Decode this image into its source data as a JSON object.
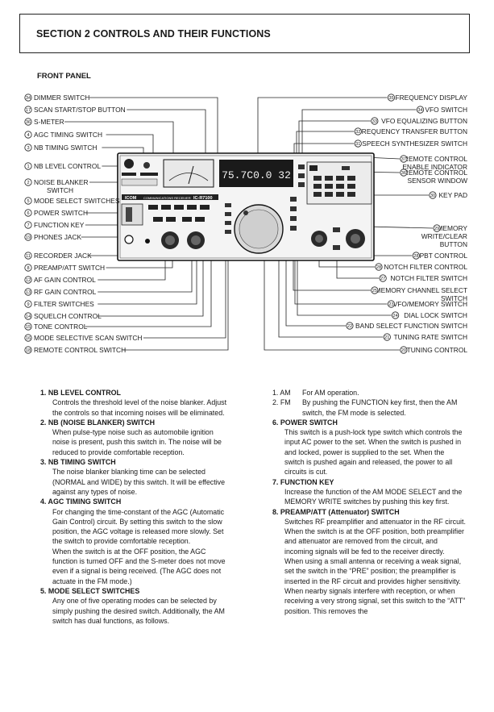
{
  "section_title": "SECTION 2  CONTROLS AND THEIR FUNCTIONS",
  "panel_heading": "FRONT PANEL",
  "left_callouts": [
    {
      "num": "34",
      "label": "DIMMER SWITCH"
    },
    {
      "num": "17",
      "label": "SCAN START/STOP BUTTON"
    },
    {
      "num": "36",
      "label": "S-METER"
    },
    {
      "num": "4",
      "label": "AGC TIMING SWITCH"
    },
    {
      "num": "3",
      "label": "NB TIMING SWITCH"
    },
    {
      "num": "1",
      "label": "NB LEVEL CONTROL"
    },
    {
      "num": "2",
      "label": "NOISE BLANKER\nSWITCH"
    },
    {
      "num": "5",
      "label": "MODE SELECT SWITCHES"
    },
    {
      "num": "6",
      "label": "POWER SWITCH"
    },
    {
      "num": "7",
      "label": "FUNCTION KEY"
    },
    {
      "num": "19",
      "label": "PHONES JACK"
    },
    {
      "num": "11",
      "label": "RECORDER JACK"
    },
    {
      "num": "8",
      "label": "PREAMP/ATT SWITCH"
    },
    {
      "num": "12",
      "label": "AF GAIN CONTROL"
    },
    {
      "num": "13",
      "label": "RF GAIN CONTROL"
    },
    {
      "num": "9",
      "label": "FILTER SWITCHES"
    },
    {
      "num": "14",
      "label": "SQUELCH CONTROL"
    },
    {
      "num": "15",
      "label": "TONE CONTROL"
    },
    {
      "num": "16",
      "label": "MODE SELECTIVE SCAN SWITCH"
    },
    {
      "num": "18",
      "label": "REMOTE CONTROL SWITCH"
    }
  ],
  "right_callouts": [
    {
      "num": "35",
      "label": "FREQUENCY DISPLAY"
    },
    {
      "num": "34",
      "label": "VFO SWITCH"
    },
    {
      "num": "33",
      "label": "VFO EQUALIZING BUTTON"
    },
    {
      "num": "32",
      "label": "FREQUENCY TRANSFER BUTTON"
    },
    {
      "num": "31",
      "label": "SPEECH SYNTHESIZER SWITCH"
    },
    {
      "num": "37",
      "label": "REMOTE CONTROL\nENABLE INDICATOR"
    },
    {
      "num": "36",
      "label": "REMOTE CONTROL\nSENSOR WINDOW"
    },
    {
      "num": "30",
      "label": "KEY PAD"
    },
    {
      "num": "29",
      "label": "MEMORY\nWRITE/CLEAR\nBUTTON"
    },
    {
      "num": "28",
      "label": "PBT CONTROL"
    },
    {
      "num": "28",
      "label": "NOTCH FILTER CONTROL"
    },
    {
      "num": "27",
      "label": "NOTCH FILTER SWITCH"
    },
    {
      "num": "25",
      "label": "MEMORY CHANNEL SELECT\nSWITCH"
    },
    {
      "num": "23",
      "label": "VFO/MEMORY SWITCH"
    },
    {
      "num": "24",
      "label": "DIAL LOCK SWITCH"
    },
    {
      "num": "22",
      "label": "BAND SELECT FUNCTION SWITCH"
    },
    {
      "num": "21",
      "label": "TUNING RATE SWITCH"
    },
    {
      "num": "20",
      "label": "TUNING CONTROL"
    }
  ],
  "radio": {
    "brand": "ICOM",
    "model_caption": "COMMUNICATIONS RECEIVER",
    "model": "IC-R7100",
    "display": "75.7C0.0 32"
  },
  "left_column": [
    {
      "title": "1.  NB LEVEL CONTROL",
      "paras": [
        "Controls the threshold level of the noise blanker. Adjust the controls so that incoming noises will be eliminated."
      ]
    },
    {
      "title": "2.  NB (NOISE BLANKER) SWITCH",
      "paras": [
        "When pulse-type noise such as automobile ignition noise is present, push this switch in. The noise will be reduced to provide comfortable reception."
      ]
    },
    {
      "title": "3.  NB TIMING SWITCH",
      "paras": [
        "The noise blanker blanking time can be selected (NORMAL and WIDE) by this switch. It will be effective against any types of noise."
      ]
    },
    {
      "title": "4.  AGC TIMING SWITCH",
      "paras": [
        "For changing the time-constant of the AGC (Automatic Gain Control) circuit. By setting this switch to the slow position, the AGC voltage is released more slowly. Set the switch to provide comfortable reception.",
        "When the switch is at the OFF position, the AGC function is turned OFF and the S-meter does not move even if a signal is being received. (The AGC does not actuate in the FM mode.)"
      ]
    },
    {
      "title": "5.  MODE SELECT SWITCHES",
      "paras": [
        "Any one of five operating modes can be selected by simply pushing the desired switch. Additionally, the AM switch has dual functions, as follows."
      ]
    }
  ],
  "mode_list": [
    {
      "key": "1. AM",
      "text": "For AM operation."
    },
    {
      "key": "2. FM",
      "text": "By pushing the FUNCTION key first, then the AM switch, the FM mode is selected."
    }
  ],
  "right_column": [
    {
      "title": "6.  POWER SWITCH",
      "paras": [
        "This switch is a push-lock type switch which controls the input AC power to the set. When the switch is pushed in and locked, power is supplied to the set. When the switch is pushed again and released, the power to all circuits is cut."
      ]
    },
    {
      "title": "7.  FUNCTION KEY",
      "paras": [
        "Increase the function of the AM MODE SELECT and the MEMORY WRITE switches by pushing this key first."
      ]
    },
    {
      "title": "8.  PREAMP/ATT (Attenuator) SWITCH",
      "paras": [
        "Switches RF preamplifier and attenuator in the RF circuit.",
        "When the switch is at the OFF position, both preamplifier and attenuator are removed from the circuit, and incoming signals will be fed to the receiver directly.",
        "When using a small antenna or receiving a weak signal, set the switch in the “PRE” position; the preamplifier is inserted in the RF circuit and provides higher sensitivity.",
        "When nearby signals interfere with reception, or when receiving a very strong signal, set this switch to the “ATT” position. This removes the"
      ]
    }
  ]
}
